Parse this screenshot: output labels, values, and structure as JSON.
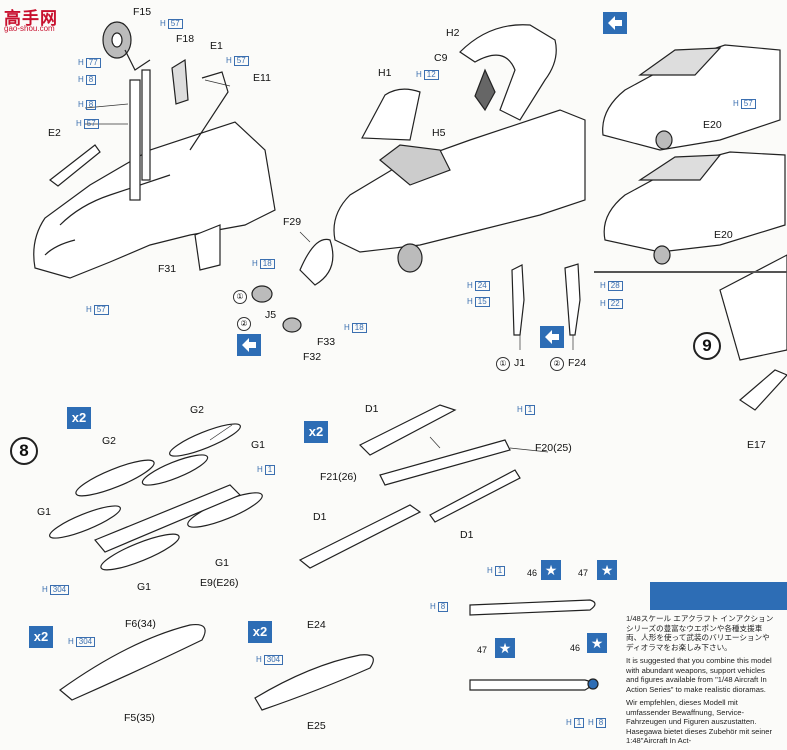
{
  "watermark": {
    "title": "高手网",
    "sub": "gao-shou.com"
  },
  "labels": {
    "F15": "F15",
    "F18": "F18",
    "E1": "E1",
    "E11": "E11",
    "E2": "E2",
    "F31": "F31",
    "H2": "H2",
    "C9": "C9",
    "H1": "H1",
    "H5": "H5",
    "F29": "F29",
    "J5": "J5",
    "F33": "F33",
    "F32": "F32",
    "J1": "J1",
    "F24": "F24",
    "E20a": "E20",
    "E20b": "E20",
    "E17": "E17",
    "G2a": "G2",
    "G2b": "G2",
    "G1a": "G1",
    "G1b": "G1",
    "G1c": "G1",
    "G1d": "G1",
    "E9": "E9(E26)",
    "D1a": "D1",
    "D1b": "D1",
    "D1c": "D1",
    "F21": "F21(26)",
    "F20": "F20(25)",
    "F6": "F6(34)",
    "F5": "F5(35)",
    "E24": "E24",
    "E25": "E25"
  },
  "refs": {
    "r57a": "57",
    "r77": "77",
    "r8a": "8",
    "r8b": "8",
    "r57b": "57",
    "r57c": "57",
    "r57d": "57",
    "r12": "12",
    "r18a": "18",
    "r18b": "18",
    "r24a": "24",
    "r15": "15",
    "r28": "28",
    "r22": "22",
    "r57e": "57",
    "r1a": "1",
    "r1b": "1",
    "r304a": "304",
    "r304b": "304",
    "r304c": "304",
    "r1c": "1",
    "r8c": "8",
    "r1d": "1",
    "r8d": "8"
  },
  "steps": {
    "s8": "8",
    "s9": "9"
  },
  "badges": {
    "x2a": "x2",
    "x2b": "x2",
    "x2c": "x2",
    "x2d": "x2"
  },
  "circled": {
    "c1a": "①",
    "c2a": "②",
    "c1b": "①",
    "c2b": "②"
  },
  "decals": {
    "d46a": "46",
    "d47a": "47",
    "d47b": "47",
    "d46b": "46"
  },
  "stars": {
    "s": "★"
  },
  "textbox": {
    "p1": "1/48スケール エアクラフト インアクションシリーズの豊富なウエポンや各種支援車両、人形を使って武装のバリエーションやディオラマをお楽しみ下さい。",
    "p2": "It is suggested that you combine this model with abundant weapons, support vehicles and figures available from \"1/48 Aircraft In Action Series\" to make realistic dioramas.",
    "p3": "Wir empfehlen, dieses Modell mit umfassender Bewaffnung, Service-Fahrzeugen und Figuren auszustatten. Hasegawa bietet dieses Zubehör mit seiner 1:48\"Aircraft In Act-"
  },
  "colors": {
    "accent": "#2d6db5",
    "ink": "#111111",
    "paper": "#fbfbf9"
  }
}
